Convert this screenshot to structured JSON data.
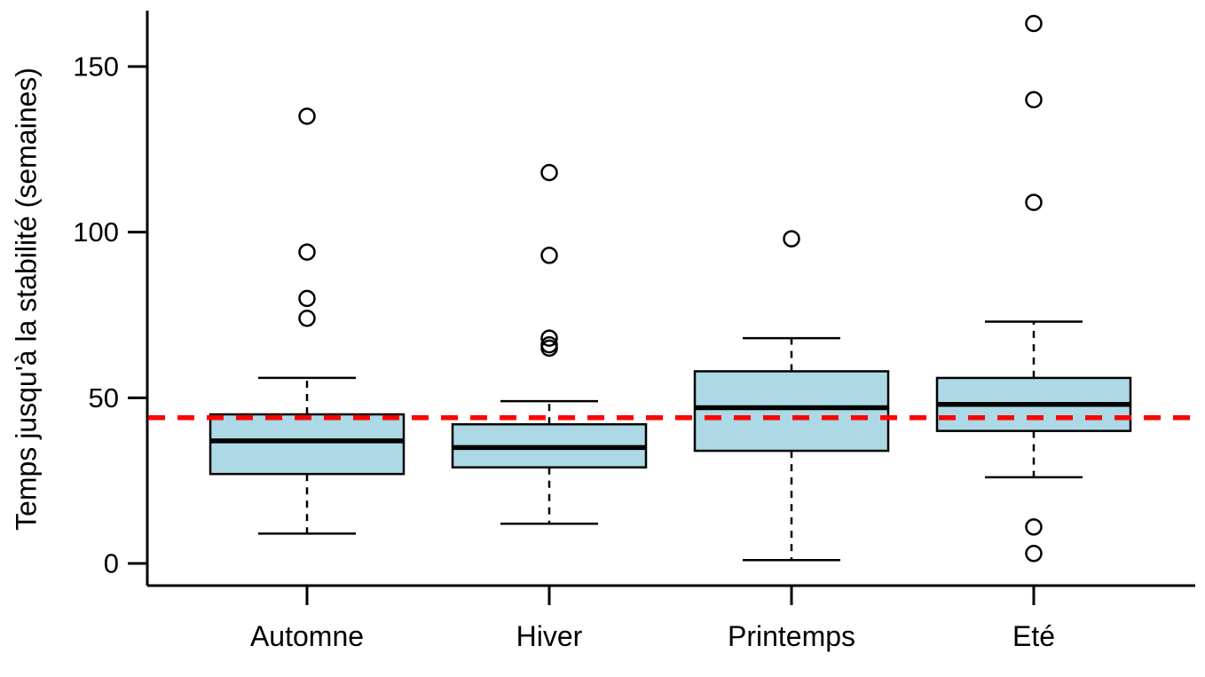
{
  "chart_data": {
    "type": "boxplot",
    "title": "",
    "xlabel": "",
    "ylabel": "Temps jusqu'à la stabilité (semaines)",
    "categories": [
      "Automne",
      "Hiver",
      "Printemps",
      "Eté"
    ],
    "y_ticks": [
      0,
      50,
      100,
      150
    ],
    "y_tick_labels": [
      "0",
      "50",
      "100",
      "150"
    ],
    "ylim": [
      -7,
      167
    ],
    "grid": "off",
    "legend": "none",
    "groups": [
      {
        "label": "Automne",
        "whisker_low": 9,
        "q1": 27,
        "median": 37,
        "q3": 45,
        "whisker_high": 56,
        "outliers": [
          74,
          80,
          94,
          135
        ]
      },
      {
        "label": "Hiver",
        "whisker_low": 12,
        "q1": 29,
        "median": 35,
        "q3": 42,
        "whisker_high": 49,
        "outliers": [
          65,
          66,
          68,
          93,
          118
        ]
      },
      {
        "label": "Printemps",
        "whisker_low": 1,
        "q1": 34,
        "median": 47,
        "q3": 58,
        "whisker_high": 68,
        "outliers": [
          98
        ]
      },
      {
        "label": "Eté",
        "whisker_low": 26,
        "q1": 40,
        "median": 48,
        "q3": 56,
        "whisker_high": 73,
        "outliers": [
          3,
          11,
          109,
          140,
          163
        ]
      }
    ],
    "reference_line": {
      "value": 44,
      "color": "#FF0000",
      "style": "dashed"
    },
    "colors": {
      "box_fill": "#ADD8E6",
      "box_border": "#000000",
      "median": "#000000",
      "whisker": "#000000",
      "axis": "#000000",
      "background": "#FFFFFF"
    }
  }
}
